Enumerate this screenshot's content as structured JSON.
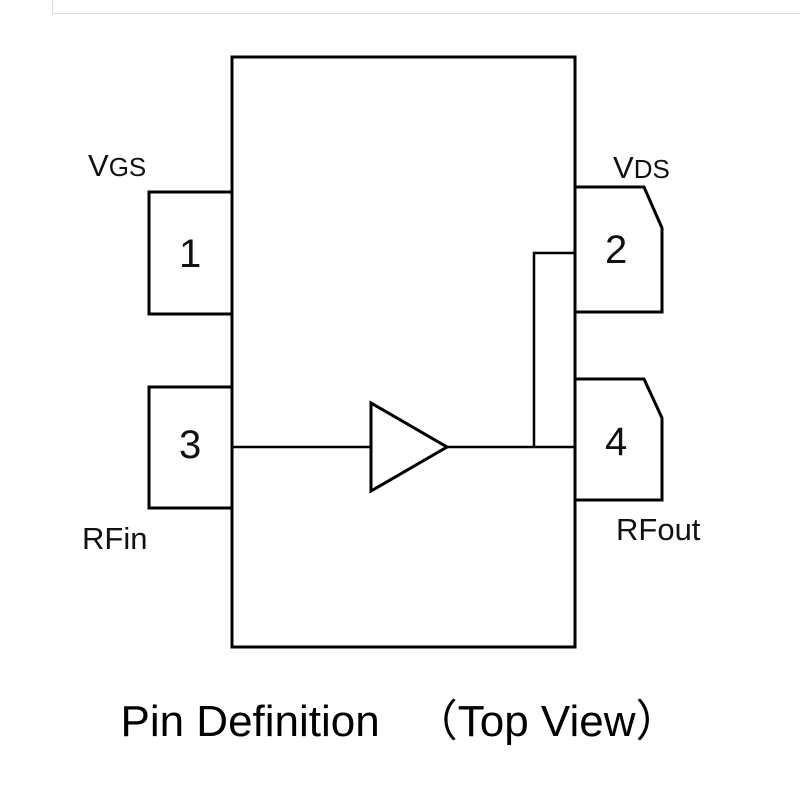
{
  "diagram": {
    "pins": [
      {
        "number": "1",
        "signal_main": "V",
        "signal_sub": "GS"
      },
      {
        "number": "2",
        "signal_main": "V",
        "signal_sub": "DS"
      },
      {
        "number": "3",
        "signal_main": "RFin",
        "signal_sub": ""
      },
      {
        "number": "4",
        "signal_main": "RFout",
        "signal_sub": ""
      }
    ],
    "caption_main": "Pin Definition",
    "caption_view": "（Top View）",
    "colors": {
      "stroke": "#000000",
      "text": "#111111",
      "background": "#ffffff",
      "frame": "#d9d9d9"
    }
  }
}
